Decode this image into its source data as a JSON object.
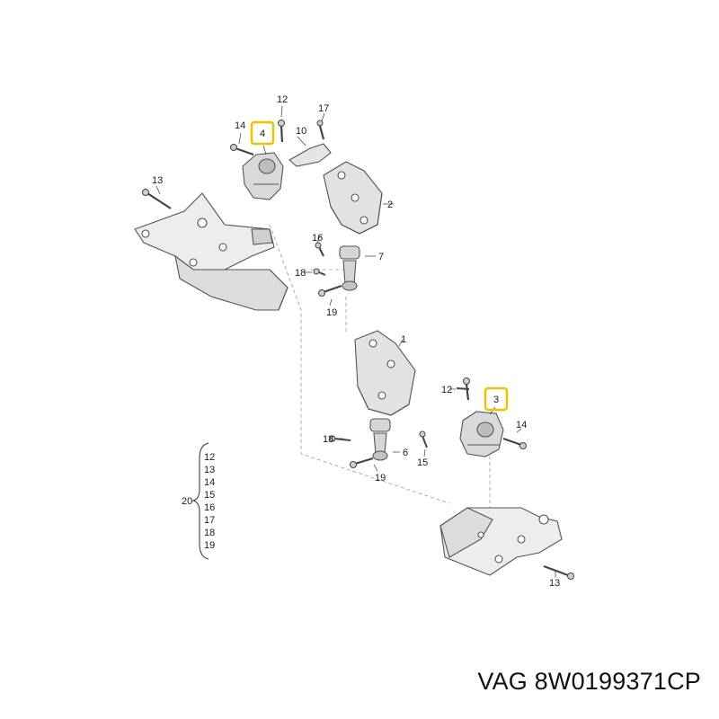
{
  "diagram": {
    "callouts": {
      "n1": "1",
      "n2": "2",
      "n3": "3",
      "n4": "4",
      "n6": "6",
      "n7": "7",
      "n10": "10",
      "n12a": "12",
      "n12b": "12",
      "n13a": "13",
      "n13b": "13",
      "n14a": "14",
      "n14b": "14",
      "n15": "15",
      "n16": "16",
      "n17": "17",
      "n18a": "18",
      "n18b": "18",
      "n19a": "19",
      "n19b": "19",
      "n20": "20"
    },
    "kit_list": [
      "12",
      "13",
      "14",
      "15",
      "16",
      "17",
      "18",
      "19"
    ],
    "highlight_color": "#f2c200"
  },
  "caption": {
    "part_number": "VAG 8W0199371CP"
  }
}
